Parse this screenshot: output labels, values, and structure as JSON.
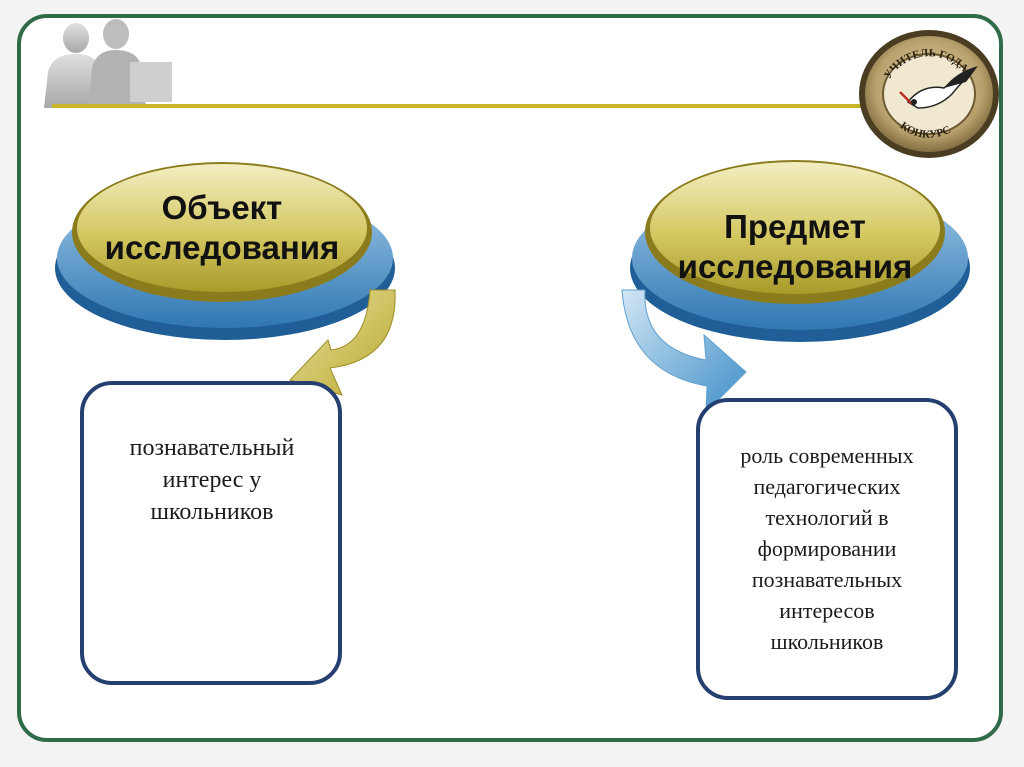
{
  "slide": {
    "left_node": {
      "label_line1": "Объект",
      "label_line2": "исследования",
      "box_lines": [
        "познавательный",
        "интерес у",
        "школьников"
      ]
    },
    "right_node": {
      "label_line1": "Предмет",
      "label_line2": "исследования",
      "box_lines": [
        "роль современных",
        "педагогических",
        "технологий в",
        "формировании",
        "познавательных",
        "интересов",
        "школьников"
      ]
    },
    "logo": {
      "text_top": "УЧИТЕЛЬ ГОДА",
      "text_bottom": "КОНКУРС"
    }
  },
  "colors": {
    "frame": "#2f6b49",
    "rule": "#c9b52a",
    "gold": "#c2b43a",
    "blue": "#3f8fc8",
    "box_border": "#243f70"
  }
}
